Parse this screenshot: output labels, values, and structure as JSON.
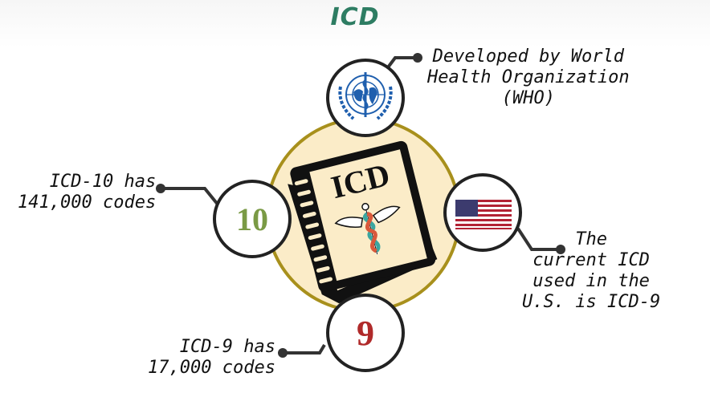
{
  "title": "ICD",
  "book": {
    "label": "ICD"
  },
  "nodes": {
    "who": {
      "text": "Developed by World\nHealth Organization\n(WHO)",
      "icon": "who-emblem-icon"
    },
    "icd10": {
      "number": "10",
      "text": "ICD-10 has\n141,000 codes",
      "color": "#7a9a45"
    },
    "usa": {
      "text": "The\ncurrent ICD\nused in the\nU.S. is ICD-9",
      "icon": "us-flag-icon"
    },
    "icd9": {
      "number": "9",
      "text": "ICD-9 has\n17,000 codes",
      "color": "#b02a2a"
    }
  },
  "colors": {
    "hub_fill": "#fbecc8",
    "hub_stroke": "#a8901c",
    "title": "#2e7d63"
  }
}
